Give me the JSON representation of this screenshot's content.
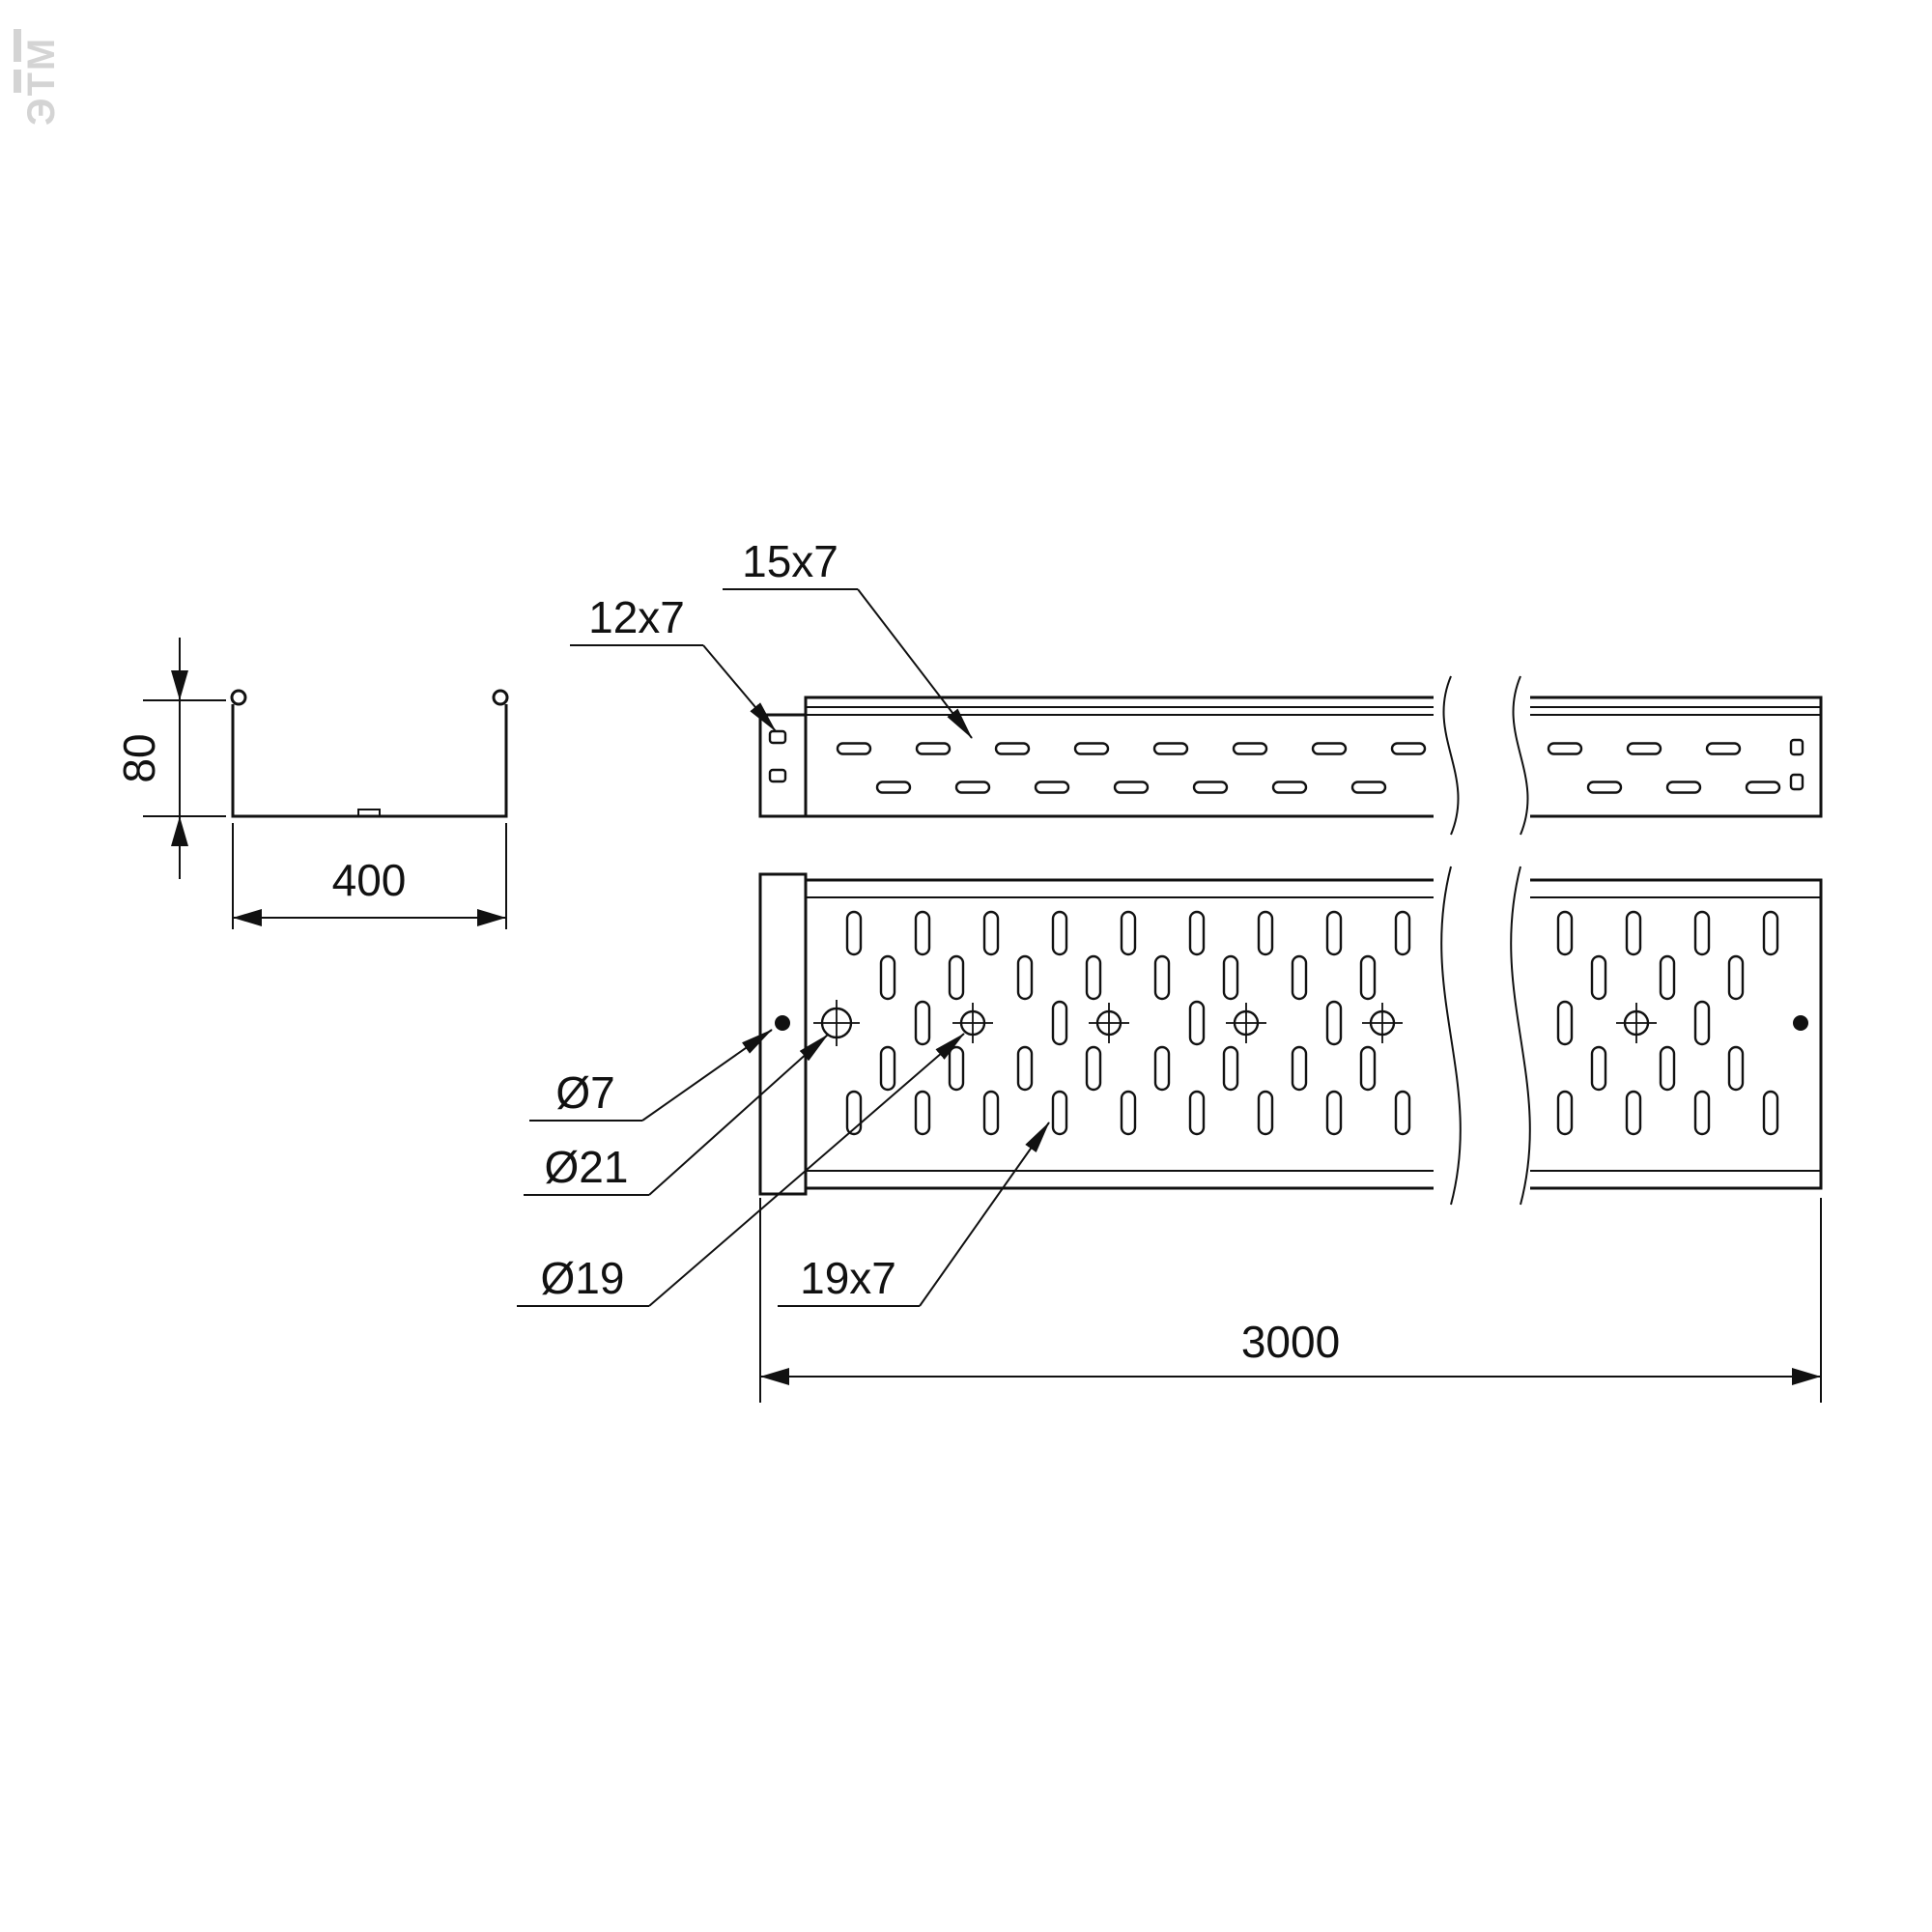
{
  "watermark": {
    "text": "ЭТМ"
  },
  "cross_section": {
    "height_label": "80",
    "width_label": "400"
  },
  "side_view": {
    "end_slot_label": "12x7",
    "side_slot_label": "15x7"
  },
  "plan_view": {
    "screw_hole_label": "Ø7",
    "large_hole_label": "Ø21",
    "center_hole_label": "Ø19",
    "base_slot_label": "19x7"
  },
  "length_dim": {
    "label": "3000"
  },
  "colors": {
    "line": "#111111",
    "watermark": "#c6c6c6",
    "background": "#ffffff"
  }
}
